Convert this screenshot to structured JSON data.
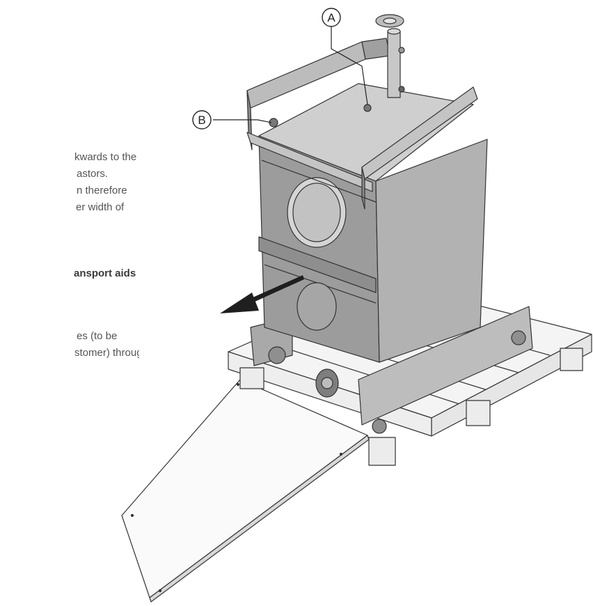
{
  "instructions": {
    "lines": [
      "kwards to the",
      "astors.",
      "n therefore",
      "er width of",
      "ansport aids",
      "es (to be",
      "stomer) through"
    ]
  },
  "figure": {
    "callout_a": "A",
    "callout_b": "B"
  }
}
